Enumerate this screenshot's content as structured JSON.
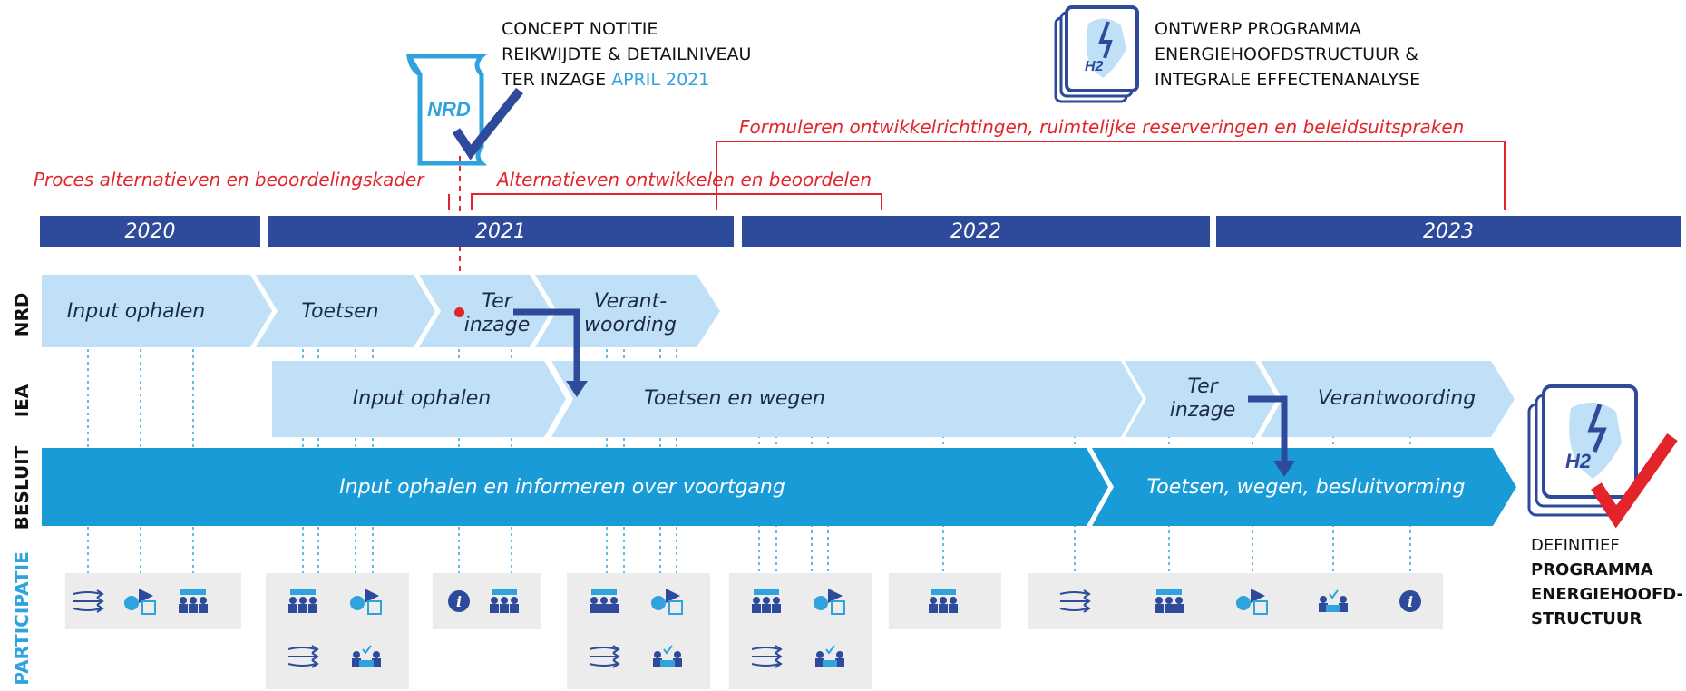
{
  "concept_note": {
    "line1": "CONCEPT NOTITIE",
    "line2": "REIKWIJDTE & DETAILNIVEAU",
    "line3_prefix": "TER INZAGE ",
    "line3_accent": "APRIL 2021",
    "doc_label": "NRD"
  },
  "draft_programme": {
    "line1": "ONTWERP PROGRAMMA",
    "line2": "ENERGIEHOOFDSTRUCTUUR &",
    "line3": "INTEGRALE EFFECTENANALYSE",
    "doc_label": "H2"
  },
  "phases": {
    "proces": "Proces alternatieven en beoordelingskader",
    "alternatieven": "Alternatieven ontwikkelen en beoordelen",
    "formuleren": "Formuleren ontwikkelrichtingen, ruimtelijke reserveringen en beleidsuitspraken"
  },
  "years": [
    "2020",
    "2021",
    "2022",
    "2023"
  ],
  "rows": {
    "nrd": "NRD",
    "iea": "IEA",
    "besluit": "BESLUIT",
    "participatie": "PARTICIPATIE"
  },
  "nrd_steps": [
    "Input ophalen",
    "Toetsen",
    "Ter inzage",
    "Verant- woording"
  ],
  "iea_steps": [
    "Input ophalen",
    "Toetsen en wegen",
    "Ter inzage",
    "Verantwoording"
  ],
  "besluit_steps": [
    "Input ophalen en informeren over voortgang",
    "Toetsen, wegen, besluitvorming"
  ],
  "final": {
    "line1": "DEFINITIEF",
    "line2": "PROGRAMMA",
    "line3": "ENERGIEHOOFD-",
    "line4": "STRUCTUUR",
    "doc_label": "H2"
  },
  "participation_icons": {
    "box1": [
      "flow-arrows-icon",
      "presentation-icon",
      "meeting-icon"
    ],
    "box2": [
      "meeting-icon",
      "presentation-icon",
      "flow-arrows-icon",
      "voting-icon"
    ],
    "box3": [
      "info-icon",
      "meeting-icon"
    ],
    "box4": [
      "meeting-icon",
      "presentation-icon",
      "flow-arrows-icon",
      "voting-icon"
    ],
    "box5": [
      "meeting-icon",
      "presentation-icon",
      "flow-arrows-icon",
      "voting-icon"
    ],
    "box6": [
      "meeting-icon"
    ],
    "box7": [
      "flow-arrows-icon",
      "meeting-icon",
      "presentation-icon",
      "voting-icon",
      "info-icon"
    ]
  },
  "colors": {
    "year_bar": "#2e4a9a",
    "light_chevron": "#bfe0f6",
    "dark_chevron": "#189bd6",
    "phase_red": "#e3242b",
    "accent_blue": "#2fa3dd",
    "icon_navy": "#2e4a9a",
    "participation_box": "#ececec"
  }
}
